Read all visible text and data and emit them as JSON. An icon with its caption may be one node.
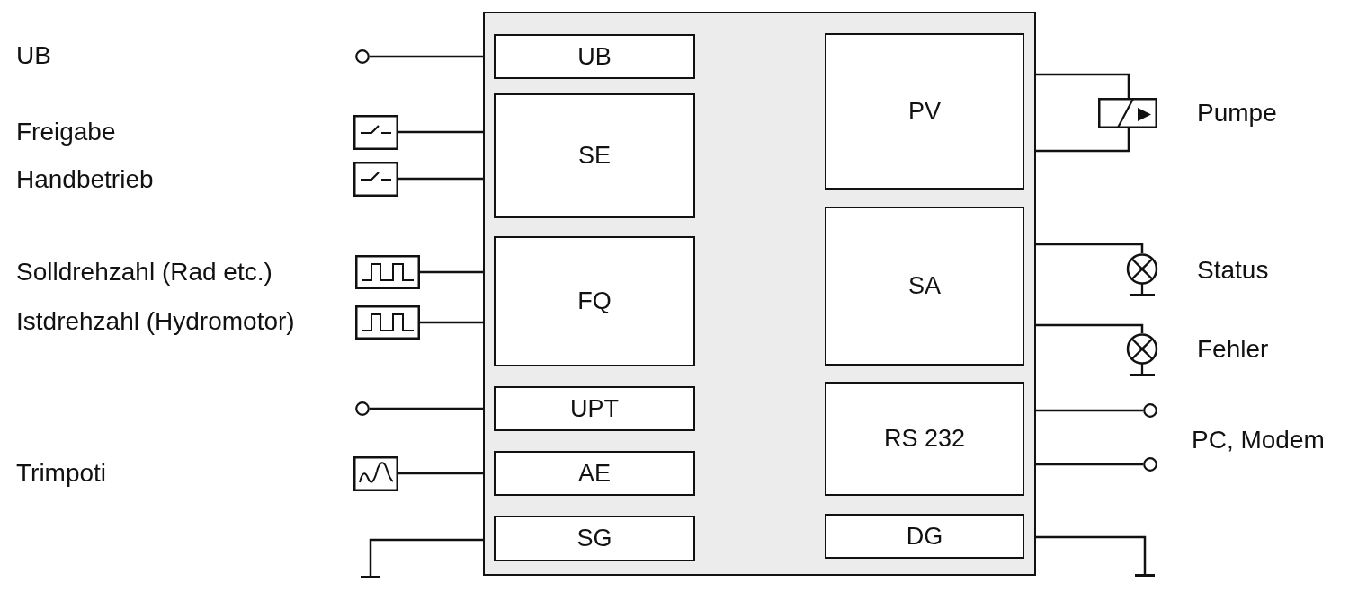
{
  "diagram": {
    "nodes": [
      {
        "text": [],
        "shape": "circle"
      },
      {
        "text": [],
        "shape": "picture"
      },
      {
        "text": [],
        "shape": "picture"
      },
      {
        "text": [],
        "shape": "picture"
      },
      {
        "text": [],
        "shape": "picture"
      },
      {
        "text": [],
        "shape": "circle"
      },
      {
        "text": [],
        "shape": "picture"
      },
      {
        "text": [],
        "shape": "picture"
      },
      {
        "text": [],
        "shape": "box"
      },
      {
        "text": [
          "UB"
        ],
        "in": 8
      },
      {
        "text": [
          "SE"
        ],
        "in": 8
      },
      {
        "text": [
          "FQ"
        ],
        "in": 8
      },
      {
        "text": [
          "UPT"
        ],
        "in": 8
      },
      {
        "text": [
          "AE"
        ],
        "in": 8
      },
      {
        "text": [
          "SG"
        ],
        "in": 8
      },
      {
        "text": [
          "PV"
        ],
        "in": 8
      },
      {
        "text": [
          "SA"
        ],
        "in": 8
      },
      {
        "text": [
          "RS 232"
        ],
        "in": 8
      },
      {
        "text": [
          "DG"
        ],
        "in": 8
      },
      {
        "text": [],
        "shape": "picture",
        "beside": [
          "Pumpe"
        ]
      },
      {
        "text": [],
        "shape": "circle",
        "beside": [
          "Status"
        ]
      },
      {
        "text": [],
        "shape": "circle",
        "beside": [
          "Fehler"
        ]
      },
      {
        "text": [],
        "shape": "circle"
      },
      {
        "text": [],
        "shape": "circle"
      },
      {
        "text": [],
        "shape": "picture"
      }
    ],
    "edges": [
      {
        "from": 0,
        "to": 8,
        "arrow": "none"
      },
      {
        "from": 1,
        "to": 8,
        "arrow": "none"
      },
      {
        "from": 2,
        "to": 8,
        "arrow": "none"
      },
      {
        "from": 3,
        "to": 8,
        "arrow": "none"
      },
      {
        "from": 4,
        "to": 8,
        "arrow": "none"
      },
      {
        "from": 5,
        "to": 8,
        "arrow": "none"
      },
      {
        "from": 6,
        "to": 8,
        "arrow": "none"
      },
      {
        "from": 8,
        "to": 7,
        "arrow": "none"
      },
      {
        "from": 8,
        "to": 19,
        "arrow": "none"
      },
      {
        "from": 8,
        "to": 19,
        "arrow": "none"
      },
      {
        "from": 8,
        "to": 20,
        "arrow": "none"
      },
      {
        "from": 8,
        "to": 21,
        "arrow": "none"
      },
      {
        "from": 8,
        "to": 22,
        "arrow": "none"
      },
      {
        "from": 8,
        "to": 23,
        "arrow": "none"
      },
      {
        "from": 8,
        "to": 24,
        "arrow": "none"
      }
    ],
    "labels": [
      "UB",
      "Freigabe",
      "Handbetrieb",
      "Solldrehzahl (Rad etc.)",
      "Istdrehzahl (Hydromotor)",
      "PC, Modem",
      "Trimpoti"
    ]
  }
}
